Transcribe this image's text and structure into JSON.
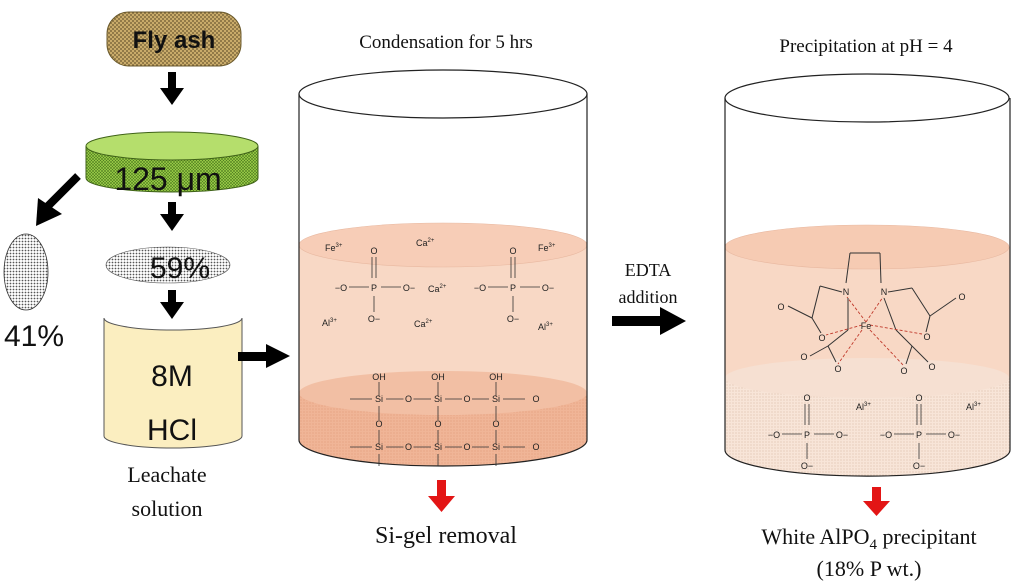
{
  "step1": {
    "label": "Fly ash"
  },
  "step2": {
    "label": "125 μm"
  },
  "fines": {
    "label": "59%"
  },
  "coarse": {
    "label": "41%"
  },
  "acid": {
    "line1": "8M",
    "line2": "HCl"
  },
  "leachate": {
    "line1": "Leachate",
    "line2": "solution"
  },
  "beaker1": {
    "title": "Condensation for 5 hrs",
    "removal": "Si-gel removal",
    "ions": {
      "fe": "Fe",
      "fe_charge": "3+",
      "ca": "Ca",
      "ca_charge": "2+",
      "al": "Al",
      "al_charge": "3+",
      "oxy": "O",
      "minus": "−",
      "phos": "P",
      "si": "Si",
      "oh": "OH"
    }
  },
  "edta": {
    "line1": "EDTA",
    "line2": "addition"
  },
  "beaker2": {
    "title": "Precipitation at pH = 4",
    "product_pre": "White AlPO",
    "product_sub": "4",
    "product_post": " precipitant",
    "product_note": "(18% P wt.)",
    "chelate": {
      "n": "N",
      "o": "O",
      "fe": "Fe"
    },
    "ions": {
      "al": "Al",
      "al_charge": "3+",
      "oxy": "O",
      "minus": "−",
      "phos": "P"
    }
  },
  "colors": {
    "fly_ash": "#b99a5a",
    "sieve": "#8fc43f",
    "acid_fill": "#fbeec0",
    "liquid_top": "#f8d8c5",
    "liquid_bottom": "#f1b99c",
    "precipitate": "#f5ddcc",
    "red_arrow": "#e31515"
  }
}
